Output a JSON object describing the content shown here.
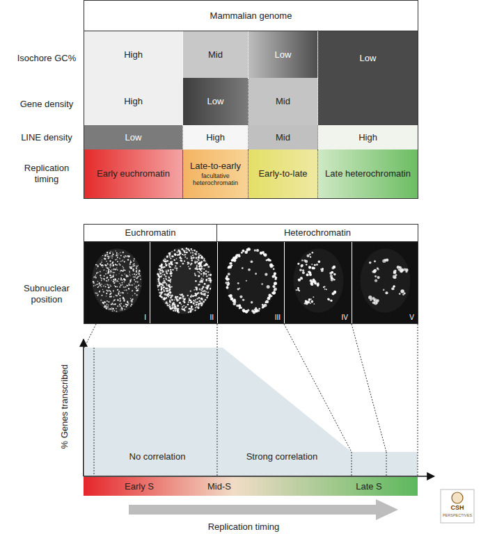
{
  "diagram": {
    "nodes": [
      {
        "text": [
          "Mammalian genome"
        ]
      },
      {
        "text": [
          "High"
        ]
      },
      {
        "text": [
          "Mid"
        ]
      },
      {
        "text": [
          "Low"
        ]
      },
      {
        "text": [
          "Low"
        ]
      },
      {
        "text": [
          "High"
        ]
      },
      {
        "text": [
          "Low"
        ]
      },
      {
        "text": [
          "Mid"
        ]
      },
      {
        "text": [
          "Low"
        ]
      },
      {
        "text": [
          "High"
        ]
      },
      {
        "text": [
          "Mid"
        ]
      },
      {
        "text": [
          "High"
        ]
      },
      {
        "text": [
          "Early euchromatin"
        ]
      },
      {
        "text": [
          "Late-to-early",
          "facultative heterochromatin"
        ]
      },
      {
        "text": [
          "Early-to-late"
        ]
      },
      {
        "text": [
          "Late heterochromatin"
        ]
      },
      {
        "text": [
          "Euchromatin"
        ]
      },
      {
        "text": [
          "Heterochromatin"
        ]
      },
      {
        "text": [
          "I"
        ]
      },
      {
        "text": [
          "II"
        ]
      },
      {
        "text": [
          "III"
        ]
      },
      {
        "text": [
          "IV"
        ]
      },
      {
        "text": [
          "V"
        ]
      }
    ],
    "labels": [
      "Isochore GC%",
      "Gene density",
      "LINE density",
      "Replication timing",
      "Subnuclear position",
      "% Genes transcribed",
      "No correlation",
      "Strong correlation",
      "Early S",
      "Mid-S",
      "Late S",
      "Replication timing",
      "CSH",
      "PERSPECTIVES"
    ]
  }
}
